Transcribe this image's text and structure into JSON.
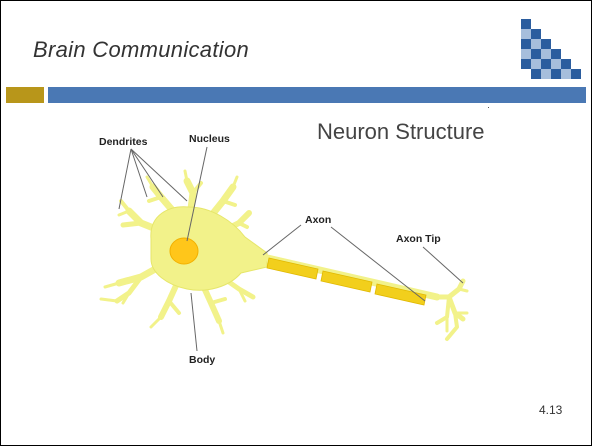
{
  "slide": {
    "title": "Brain Communication",
    "subtitle": "Neuron Structure",
    "page_number": "4.13"
  },
  "diagram": {
    "labels": {
      "dendrites": "Dendrites",
      "nucleus": "Nucleus",
      "axon": "Axon",
      "axon_tip": "Axon Tip",
      "body": "Body"
    }
  },
  "colors": {
    "neuron_fill": "#f2f28a",
    "neuron_stroke": "#d9d95a",
    "nucleus_fill": "#ffc61a",
    "myelin_fill": "#f2cf1c",
    "accent_gold": "#b8961a",
    "accent_blue": "#4a78b4",
    "logo_dark": "#2b5d9e",
    "logo_light": "#a6bedc"
  }
}
